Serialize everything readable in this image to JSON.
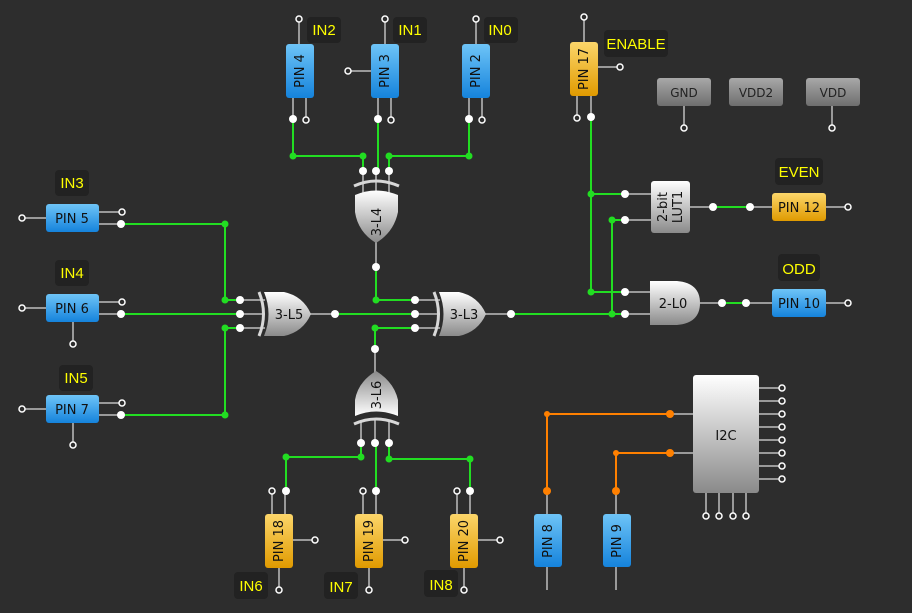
{
  "app": {
    "view": "GreenPAK-style circuit schematic canvas"
  },
  "colors": {
    "background": "#2d2d2d",
    "wire_active": "#22dd22",
    "wire_i2c": "#ff8000",
    "wire_idle": "#9a9a9a",
    "pin_input": "#2a9bea",
    "pin_output": "#f0b020",
    "label_text": "#ffff00"
  },
  "pins": [
    {
      "id": "pin4",
      "label": "PIN 4",
      "net_label": "IN2",
      "type": "input"
    },
    {
      "id": "pin3",
      "label": "PIN 3",
      "net_label": "IN1",
      "type": "input"
    },
    {
      "id": "pin2",
      "label": "PIN 2",
      "net_label": "IN0",
      "type": "input"
    },
    {
      "id": "pin17",
      "label": "PIN 17",
      "net_label": "ENABLE",
      "type": "output"
    },
    {
      "id": "pin5",
      "label": "PIN 5",
      "net_label": "IN3",
      "type": "input"
    },
    {
      "id": "pin6",
      "label": "PIN 6",
      "net_label": "IN4",
      "type": "input"
    },
    {
      "id": "pin7",
      "label": "PIN 7",
      "net_label": "IN5",
      "type": "input"
    },
    {
      "id": "pin12",
      "label": "PIN 12",
      "net_label": "EVEN",
      "type": "output"
    },
    {
      "id": "pin10",
      "label": "PIN 10",
      "net_label": "ODD",
      "type": "input"
    },
    {
      "id": "pin18",
      "label": "PIN 18",
      "net_label": "IN6",
      "type": "output"
    },
    {
      "id": "pin19",
      "label": "PIN 19",
      "net_label": "IN7",
      "type": "output"
    },
    {
      "id": "pin20",
      "label": "PIN 20",
      "net_label": "IN8",
      "type": "output"
    },
    {
      "id": "pin8",
      "label": "PIN 8",
      "net_label": "",
      "type": "input"
    },
    {
      "id": "pin9",
      "label": "PIN 9",
      "net_label": "",
      "type": "input"
    }
  ],
  "gates": [
    {
      "id": "3-L4",
      "label": "3-L4",
      "kind": "xor3"
    },
    {
      "id": "3-L5",
      "label": "3-L5",
      "kind": "xor3"
    },
    {
      "id": "3-L3",
      "label": "3-L3",
      "kind": "xor3"
    },
    {
      "id": "3-L6",
      "label": "3-L6",
      "kind": "xor3"
    },
    {
      "id": "2-L0",
      "label": "2-L0",
      "kind": "and2"
    },
    {
      "id": "lut1",
      "label_line1": "2-bit",
      "label_line2": "LUT1",
      "kind": "lut2"
    }
  ],
  "power": [
    {
      "id": "gnd",
      "label": "GND"
    },
    {
      "id": "vdd2",
      "label": "VDD2"
    },
    {
      "id": "vdd",
      "label": "VDD"
    }
  ],
  "i2c": {
    "label": "I2C"
  }
}
